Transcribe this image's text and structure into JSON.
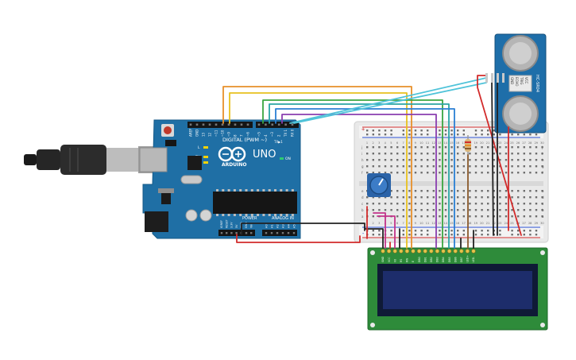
{
  "arduino": {
    "brand": "ARDUINO",
    "model": "UNO",
    "on_label": "ON",
    "tx_label": "TX",
    "rx_label": "RX",
    "l_label": "L",
    "digital_label": "DIGITAL (PWM ~)",
    "power_label": "POWER",
    "analog_label": "ANALOG IN",
    "digital_pins": [
      "AREF",
      "GND",
      "13",
      "12",
      "~11",
      "~10",
      "~9",
      "8",
      "7",
      "~6",
      "~5",
      "4",
      "~3",
      "2",
      "TX 1",
      "RX 0"
    ],
    "power_pins": [
      "IOREF",
      "RESET",
      "3.3V",
      "5V",
      "GND",
      "GND",
      "Vin"
    ],
    "analog_pins": [
      "A0",
      "A1",
      "A2",
      "A3",
      "A4",
      "A5"
    ]
  },
  "breadboard": {
    "column_numbers": [
      "1",
      "2",
      "3",
      "4",
      "5",
      "6",
      "7",
      "8",
      "9",
      "10",
      "11",
      "12",
      "13",
      "14",
      "15",
      "16",
      "17",
      "18",
      "19",
      "20",
      "21",
      "22",
      "23",
      "24",
      "25",
      "26",
      "27",
      "28",
      "29",
      "30"
    ],
    "row_letters_top": [
      "j",
      "i",
      "h",
      "g",
      "f"
    ],
    "row_letters_bottom": [
      "e",
      "d",
      "c",
      "b",
      "a"
    ],
    "plus": "+",
    "minus": "-"
  },
  "sensor": {
    "name": "HC-SR04",
    "pins": [
      "VCC",
      "TRIG",
      "ECHO",
      "GND"
    ]
  },
  "lcd": {
    "pins": [
      "GND",
      "VCC",
      "V0",
      "RS",
      "RW",
      "E",
      "DB0",
      "DB1",
      "DB2",
      "DB3",
      "DB4",
      "DB5",
      "DB6",
      "DB7",
      "LED+",
      "LED-"
    ]
  },
  "colors": {
    "board": "#1f6fa5",
    "breadboard": "#e9e9e9",
    "lcd_pcb": "#2e8b3a",
    "lcd_screen": "#1d2d6b",
    "sensor": "#1e6ea9",
    "wire_red": "#d22b2b",
    "wire_black": "#222222",
    "wire_orange": "#e8902a",
    "wire_yellow": "#e8c11f",
    "wire_green": "#3aa640",
    "wire_teal": "#2aa5a5",
    "wire_blue": "#2a7fd4",
    "wire_purple": "#8a3fb0",
    "wire_magenta": "#c2338a",
    "wire_brown": "#8b5a2b",
    "wire_cyan": "#4fc3d9"
  }
}
